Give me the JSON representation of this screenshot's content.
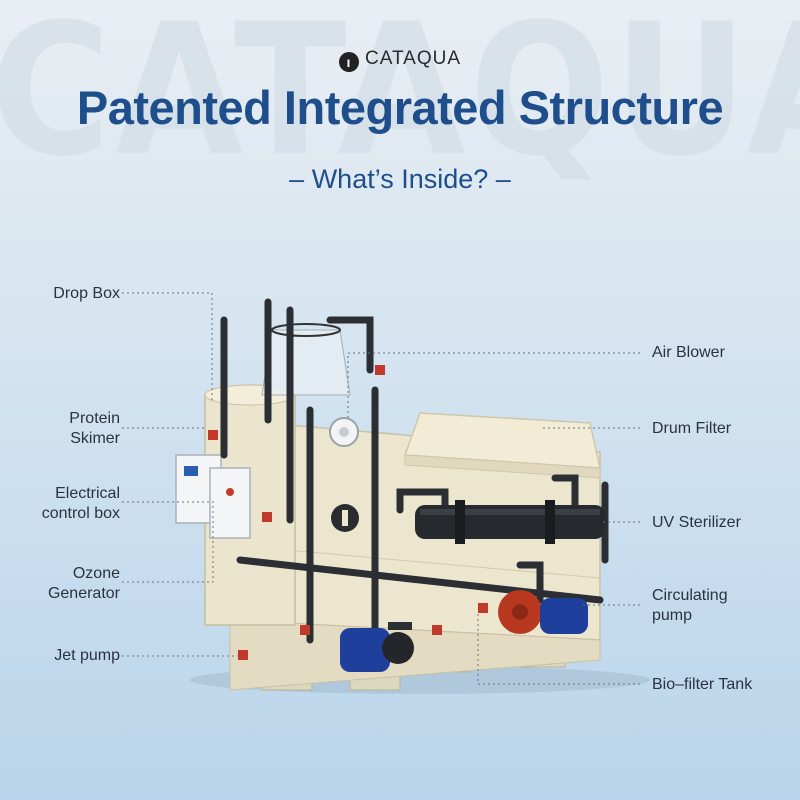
{
  "watermark": "CATAQUA",
  "brand": {
    "logo_glyph": "ı",
    "name": "CATAQUA"
  },
  "headline": "Patented Integrated Structure",
  "subheadline": "– What’s Inside? –",
  "labels_left": {
    "drop_box": "Drop Box",
    "protein_skimer_1": "Protein",
    "protein_skimer_2": "Skimer",
    "electrical_1": "Electrical",
    "electrical_2": "control box",
    "ozone_1": "Ozone",
    "ozone_2": "Generator",
    "jet_pump": "Jet pump"
  },
  "labels_right": {
    "air_blower": "Air Blower",
    "drum_filter": "Drum Filter",
    "uv_sterilizer": "UV Sterilizer",
    "circulating_1": "Circulating",
    "circulating_2": "pump",
    "biofilter": "Bio–filter Tank"
  },
  "colors": {
    "title_blue": "#1f4e8c",
    "tank_cream": "#ece6cf",
    "pipe_dark": "#2b2e33",
    "pump_blue": "#1e3f9c",
    "pump_red": "#b8391f",
    "leader_line": "#6b7380"
  }
}
